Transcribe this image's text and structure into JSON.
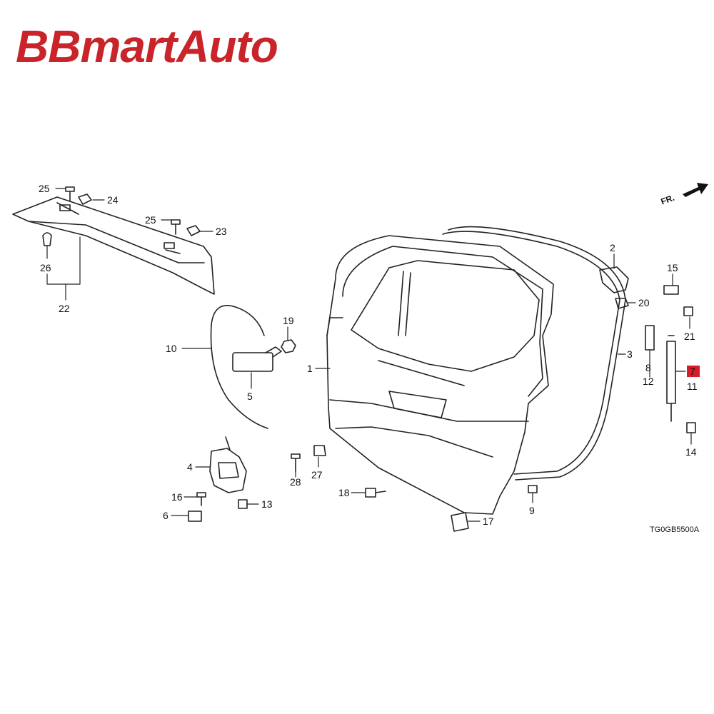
{
  "brand": {
    "name": "BBmartAuto",
    "color": "#c8242a"
  },
  "diagram_code": "TG0GB5500A",
  "direction_label": "FR.",
  "highlight_color": "#d81b2a",
  "callouts": [
    "25",
    "24",
    "25",
    "23",
    "26",
    "22",
    "10",
    "19",
    "5",
    "1",
    "2",
    "15",
    "20",
    "21",
    "3",
    "8",
    "12",
    "7",
    "11",
    "14",
    "4",
    "28",
    "27",
    "18",
    "9",
    "16",
    "6",
    "13",
    "17"
  ]
}
